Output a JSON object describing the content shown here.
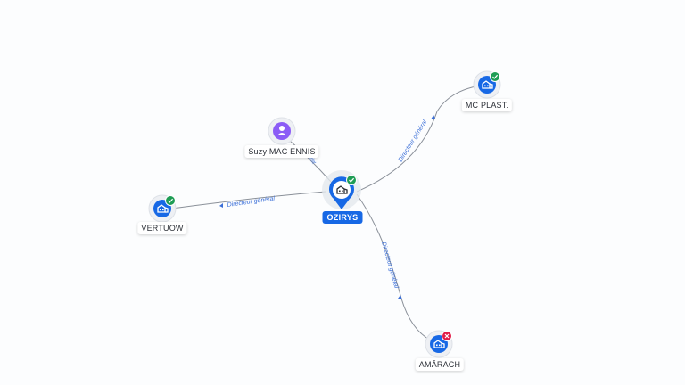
{
  "nodes": {
    "center": {
      "label": "OZIRYS",
      "status": "active"
    },
    "person": {
      "label": "Suzy MAC ENNIS"
    },
    "mc_plast": {
      "label": "MC PLAST.",
      "status": "active"
    },
    "vertuow": {
      "label": "VERTUOW",
      "status": "active"
    },
    "amarach": {
      "label": "AMÂRACH",
      "status": "closed"
    }
  },
  "edges": {
    "mc_plast": "Directeur général",
    "vertuow": "Directeur général",
    "amarach": "Directeur général",
    "person": "Président"
  },
  "colors": {
    "company": "#1768e5",
    "person": "#8b5cf6",
    "active_badge": "#1f9d55",
    "closed_badge": "#e11d48",
    "edge": "#8a9099",
    "edge_label": "#3b6fd8"
  }
}
